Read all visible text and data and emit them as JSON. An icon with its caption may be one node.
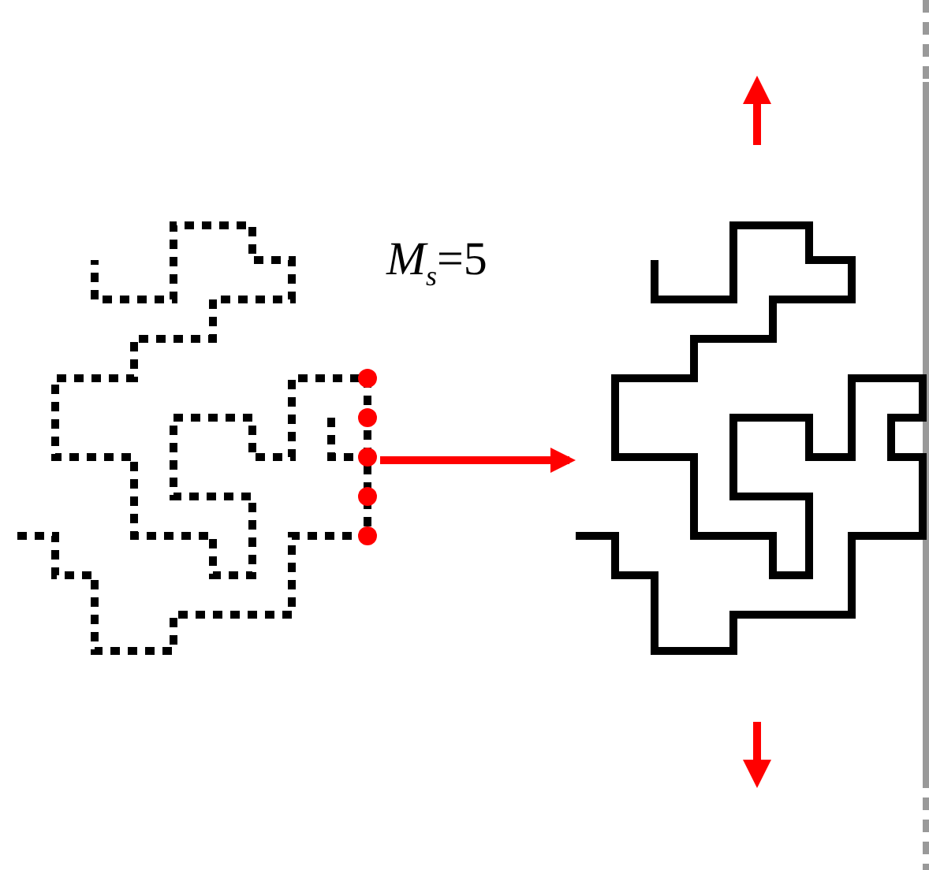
{
  "diagram": {
    "nodes": [
      {
        "text": [],
        "shape": "picture"
      },
      {
        "text": [],
        "shape": "picture"
      }
    ],
    "edges": [
      {
        "from": 0,
        "to": 1,
        "arrow": "to",
        "color": "#ff0000"
      }
    ],
    "labels": [
      "*M*$_{s}$=5"
    ]
  }
}
